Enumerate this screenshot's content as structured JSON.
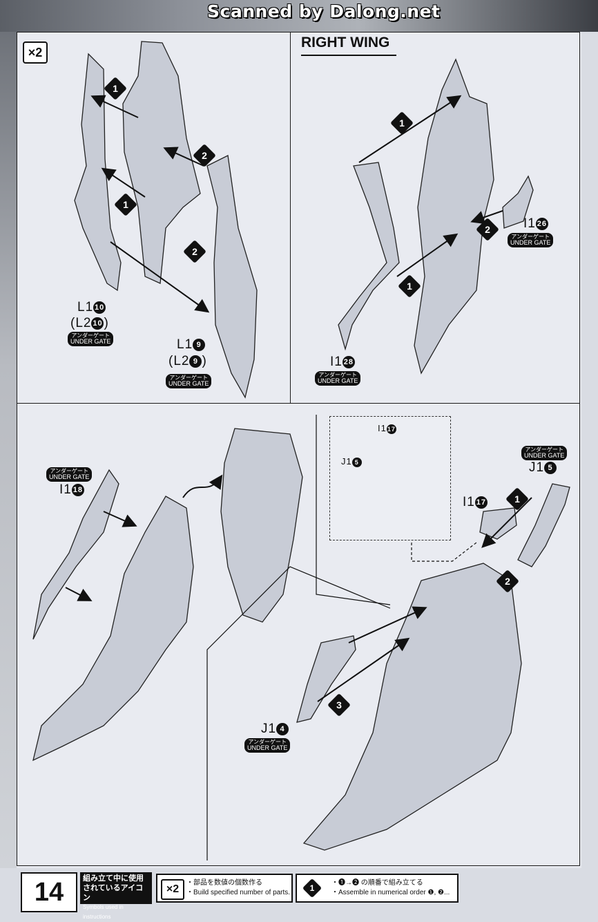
{
  "header": {
    "scan_credit": "Scanned by Dalong.net"
  },
  "panel1": {
    "multiplier": "×2",
    "steps": [
      "1",
      "2",
      "1",
      "2"
    ],
    "parts": [
      {
        "code": "L1",
        "num": "10",
        "alt": "(L2",
        "alt_num": "10",
        "alt_close": ")",
        "gate_jp": "アンダーゲート",
        "gate_en": "UNDER GATE"
      },
      {
        "code": "L1",
        "num": "9",
        "alt": "(L2",
        "alt_num": "9",
        "alt_close": ")",
        "gate_jp": "アンダーゲート",
        "gate_en": "UNDER GATE"
      }
    ]
  },
  "panel2": {
    "title": "RIGHT WING",
    "steps": [
      "1",
      "2",
      "1"
    ],
    "parts": [
      {
        "code": "I1",
        "num": "26",
        "gate_jp": "アンダーゲート",
        "gate_en": "UNDER GATE"
      },
      {
        "code": "I1",
        "num": "28",
        "gate_jp": "アンダーゲート",
        "gate_en": "UNDER GATE"
      }
    ]
  },
  "panel3": {
    "steps": [
      "1",
      "2",
      "3"
    ],
    "parts": [
      {
        "code": "I1",
        "num": "18",
        "gate_jp": "アンダーゲート",
        "gate_en": "UNDER GATE"
      },
      {
        "code": "J1",
        "num": "5",
        "gate_jp": "アンダーゲート",
        "gate_en": "UNDER GATE"
      },
      {
        "code": "I1",
        "num": "17"
      },
      {
        "code": "J1",
        "num": "4",
        "gate_jp": "アンダーゲート",
        "gate_en": "UNDER GATE"
      }
    ],
    "inset_parts": [
      {
        "code": "I1",
        "num": "17"
      },
      {
        "code": "J1",
        "num": "5"
      }
    ]
  },
  "footer": {
    "page_number": "14",
    "icons_title_jp1": "組み立て中に使用",
    "icons_title_jp2": "されているアイコン",
    "icons_title_en": "Symbols used in instructions",
    "multiplier": "×2",
    "multiplier_jp": "・部品を数値の個数作る",
    "multiplier_en": "・Build specified number of parts.",
    "step_icon": "1",
    "step_jp": "・❶→❷ の順番で組み立てる",
    "step_en": "・Assemble in numerical order ❶, ❷..."
  },
  "colors": {
    "ink": "#111111",
    "paper": "#e9ebf1",
    "part_fill": "#c8ccd6"
  }
}
